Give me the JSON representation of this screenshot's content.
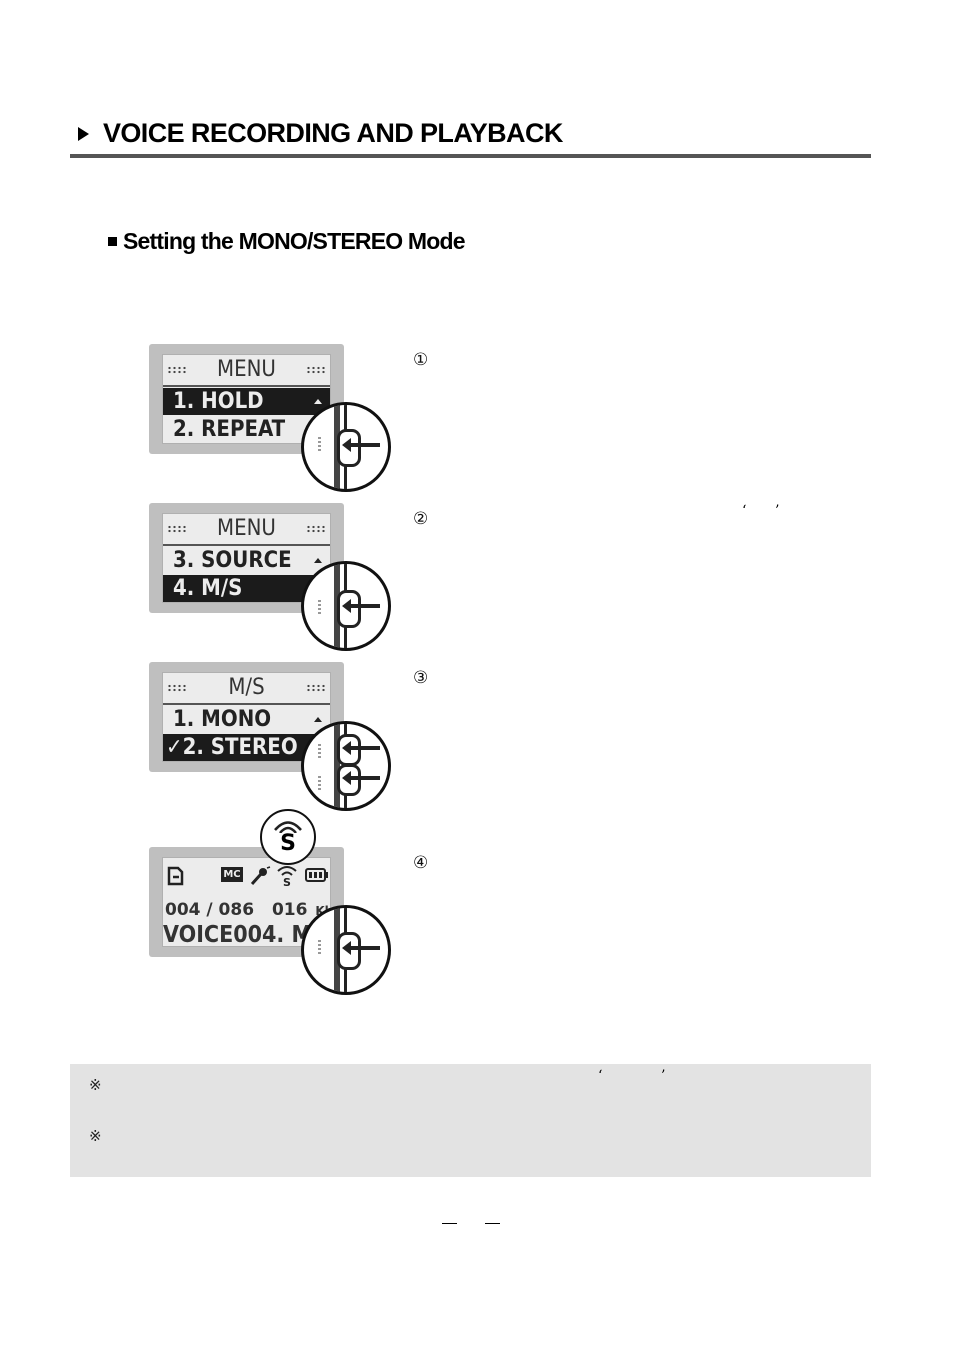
{
  "header": {
    "title": "VOICE RECORDING AND PLAYBACK"
  },
  "subheading": {
    "title": "Setting the  MONO/STEREO Mode"
  },
  "steps": [
    {
      "number": "①",
      "screen": {
        "title": "MENU",
        "rows": [
          {
            "label": "1. HOLD",
            "selected": true
          },
          {
            "label": "2. REPEAT",
            "selected": false
          }
        ]
      }
    },
    {
      "number": "②",
      "open_quote": "‘",
      "close_quote": "’",
      "screen": {
        "title": "MENU",
        "rows": [
          {
            "label": "3. SOURCE",
            "selected": false
          },
          {
            "label": "4. M/S",
            "selected": true
          }
        ]
      }
    },
    {
      "number": "③",
      "screen": {
        "title": "M/S",
        "rows": [
          {
            "label": "1. MONO",
            "selected": false
          },
          {
            "label": "✓2. STEREO",
            "selected": true
          }
        ]
      }
    },
    {
      "number": "④",
      "screen": {
        "icons": [
          "file-icon",
          "mic-mode-icon",
          "microphone-icon",
          "stereo-signal-icon",
          "battery-icon"
        ],
        "mode_badge": "MC",
        "track_counter": "004 / 086",
        "bitrate": "016",
        "bitrate_unit": "Kbps",
        "filename": "VOICE004.  M"
      },
      "badge_letter": "S"
    }
  ],
  "notes": {
    "marks": [
      "※",
      "※"
    ],
    "open_quote": "‘",
    "close_quote": "’"
  }
}
